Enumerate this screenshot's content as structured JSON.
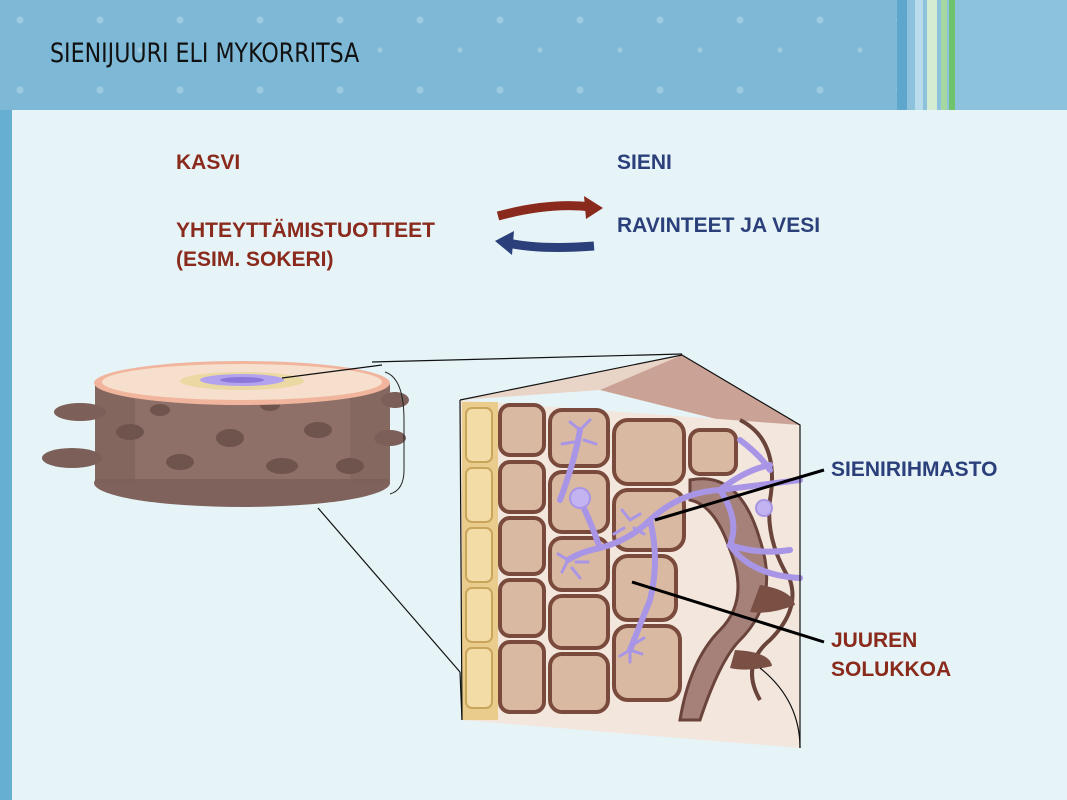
{
  "title": "SIENIJUURI ELI MYKORRITSA",
  "plant": {
    "heading": "KASVI",
    "product_line1": "YHTEYTTÄMISTUOTTEET",
    "product_line2": "(ESIM. SOKERI)"
  },
  "fungus": {
    "heading": "SIENI",
    "product": "RAVINTEET JA VESI"
  },
  "callouts": {
    "hyphae": "SIENIRIHMASTO",
    "root_cells_line1": "JUUREN",
    "root_cells_line2": "SOLUKKOA"
  },
  "colors": {
    "plant_text": "#8a2a1c",
    "fungus_text": "#2b3f7a",
    "hyphae": "#a995e6",
    "root_bark": "#8e7068",
    "background": "#e6f4f8",
    "header": "#7db8d6"
  }
}
